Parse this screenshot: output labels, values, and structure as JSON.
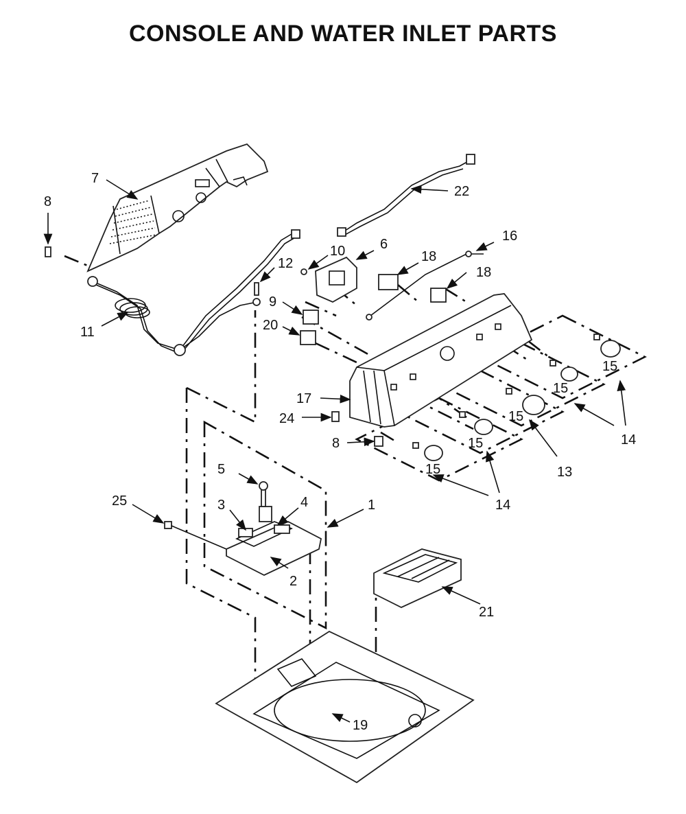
{
  "title": "CONSOLE AND WATER INLET PARTS",
  "callouts": {
    "c1": "1",
    "c2": "2",
    "c3": "3",
    "c4": "4",
    "c5": "5",
    "c6": "6",
    "c7": "7",
    "c8a": "8",
    "c8b": "8",
    "c9": "9",
    "c10": "10",
    "c11": "11",
    "c12": "12",
    "c13": "13",
    "c14a": "14",
    "c14b": "14",
    "c15a": "15",
    "c15b": "15",
    "c15c": "15",
    "c15d": "15",
    "c15e": "15",
    "c16": "16",
    "c17": "17",
    "c18a": "18",
    "c18b": "18",
    "c19": "19",
    "c20": "20",
    "c21": "21",
    "c22": "22",
    "c24": "24",
    "c25": "25"
  }
}
